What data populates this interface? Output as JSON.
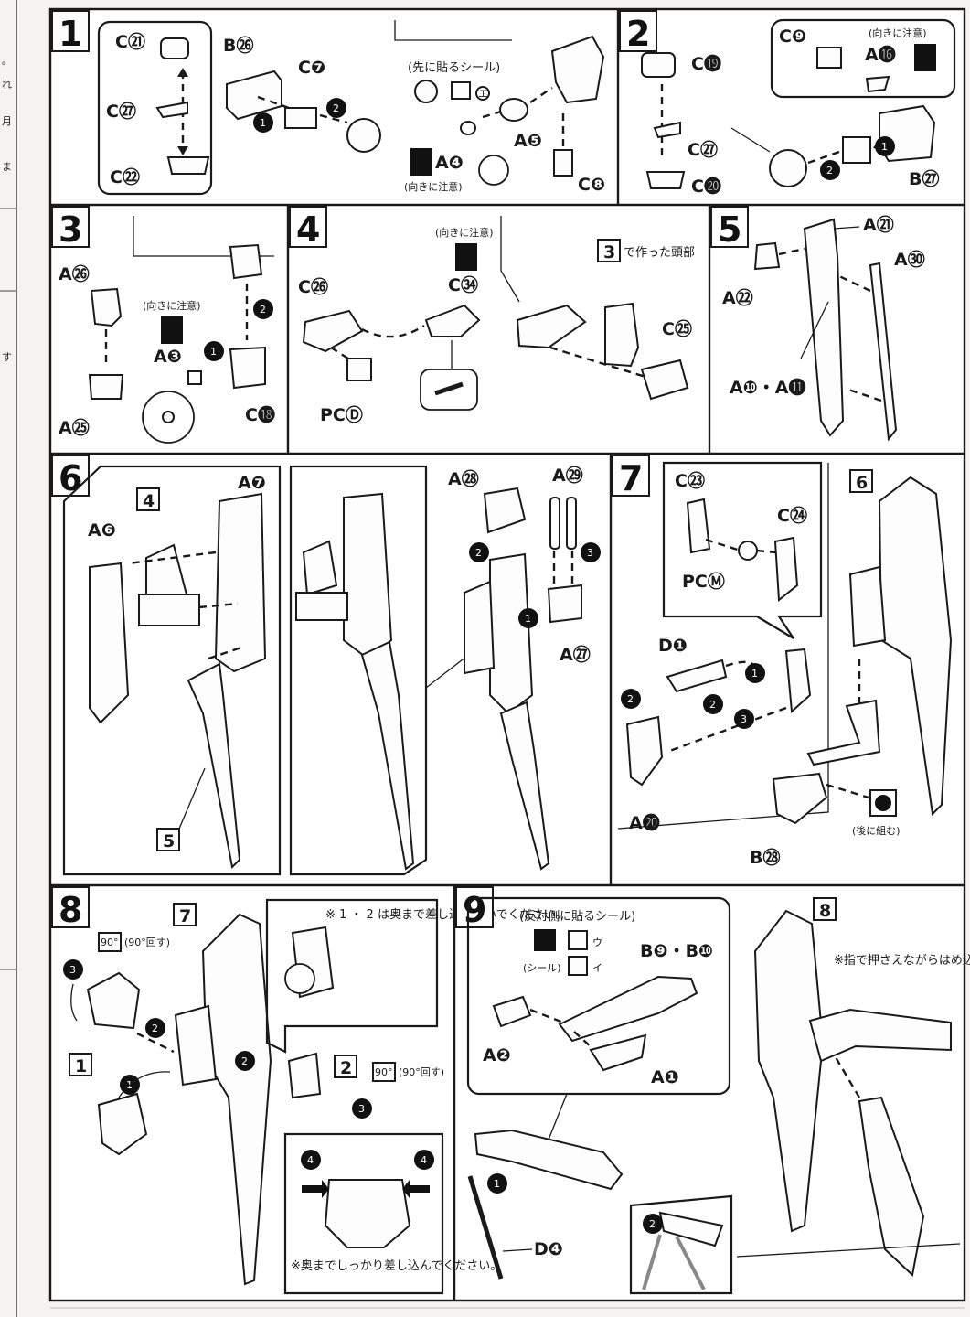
{
  "margin_text": [
    "。",
    "れ",
    "月",
    "ま",
    "す"
  ],
  "steps": [
    {
      "number": "1",
      "parts": [
        "C㉑",
        "C㉗",
        "C㉒",
        "B㉖",
        "C❼",
        "A❹",
        "A❺",
        "C❽"
      ],
      "order_markers": [
        "1",
        "2"
      ],
      "sticker_note": "(先に貼るシール)",
      "sticker_marks": [
        "エ"
      ],
      "caution_note": "(向きに注意)"
    },
    {
      "number": "2",
      "parts": [
        "C⓳",
        "C㉗",
        "C⓴",
        "C❾",
        "A⓰",
        "B㉗"
      ],
      "order_markers": [
        "1",
        "2"
      ],
      "caution_note": "(向きに注意)"
    },
    {
      "number": "3",
      "parts": [
        "A㉖",
        "A㉕",
        "A❸",
        "C⓲"
      ],
      "order_markers": [
        "1",
        "2"
      ],
      "caution_note": "(向きに注意)"
    },
    {
      "number": "4",
      "parts": [
        "C㉖",
        "C㉞",
        "PCⒹ",
        "C㉕"
      ],
      "caution_note": "(向きに注意)",
      "ref_step": "3",
      "ref_text": "で作った頭部"
    },
    {
      "number": "5",
      "parts": [
        "A㉑",
        "A㉚",
        "A㉒",
        "A❿・A⓫"
      ]
    },
    {
      "number": "6",
      "parts": [
        "A❻",
        "A❼",
        "A㉘",
        "A㉙",
        "A㉗"
      ],
      "ref_steps": [
        "4",
        "5"
      ],
      "order_markers": [
        "1",
        "2",
        "3"
      ]
    },
    {
      "number": "7",
      "parts": [
        "C㉓",
        "C㉔",
        "PCⓂ",
        "D❶",
        "A⓴",
        "B㉘"
      ],
      "ref_step": "6",
      "order_markers": [
        "1",
        "2",
        "2",
        "3"
      ],
      "later_note": "(後に組む)"
    },
    {
      "number": "8",
      "ref_steps": [
        "7",
        "1",
        "2"
      ],
      "rotate_note": "(90°回す)",
      "rotate_badge": "90°",
      "note_top": "※ 1 ・ 2 は奥まで差し込まないでください。",
      "note_bottom": "※奥までしっかり差し込んでください。",
      "order_markers": [
        "1",
        "2",
        "2",
        "3",
        "3",
        "4",
        "4"
      ]
    },
    {
      "number": "9",
      "parts": [
        "B❾・B❿",
        "A❷",
        "A❶",
        "D❹"
      ],
      "sticker_note": "(反対側に貼るシール)",
      "sticker_label": "(シール)",
      "sticker_marks": [
        "ウ",
        "イ"
      ],
      "ref_step": "8",
      "press_note": "※指で押さえながらはめ込みます。",
      "order_markers": [
        "1",
        "2"
      ]
    }
  ],
  "colors": {
    "ink": "#1a1a1a",
    "paper": "#f4f3f1",
    "panel": "#ffffff"
  }
}
